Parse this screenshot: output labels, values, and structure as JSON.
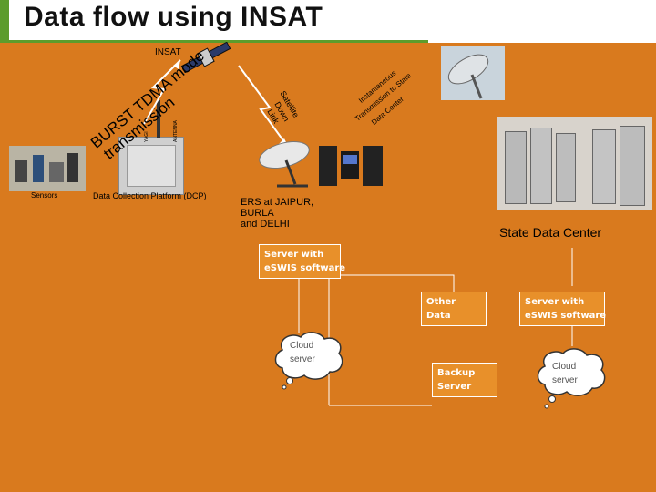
{
  "title": "Data flow using INSAT",
  "labels": {
    "insat": "INSAT",
    "burst_line1": "BURST TDMA mode",
    "burst_line2": "transmission",
    "yagi": "YAGI",
    "yagi_antenna": "ANTENNA",
    "sensors": "Sensors",
    "dcp": "Data Collection Platform (DCP)",
    "downlink": [
      "Satellite",
      "Down",
      "Link"
    ],
    "transmission_line1": "Instantaneous",
    "transmission_line2": "Transmission to State",
    "transmission_line3": "Data Center",
    "ers": [
      "ERS at JAIPUR,",
      "BURLA",
      "and DELHI"
    ],
    "state_data_center": "State Data Center"
  },
  "boxes": {
    "server1": [
      "Server with",
      "eSWIS software"
    ],
    "other_data": [
      "Other",
      "Data"
    ],
    "server2": [
      "Server with",
      "eSWIS software"
    ],
    "backup": [
      "Backup",
      "Server"
    ]
  },
  "clouds": {
    "cloud1": [
      "Cloud",
      "server"
    ],
    "cloud2": [
      "Cloud",
      "server"
    ]
  },
  "colors": {
    "background": "#d97a1e",
    "accent": "#5c9c2c",
    "box_text": "#ffffff",
    "cloud_text": "#555555"
  }
}
